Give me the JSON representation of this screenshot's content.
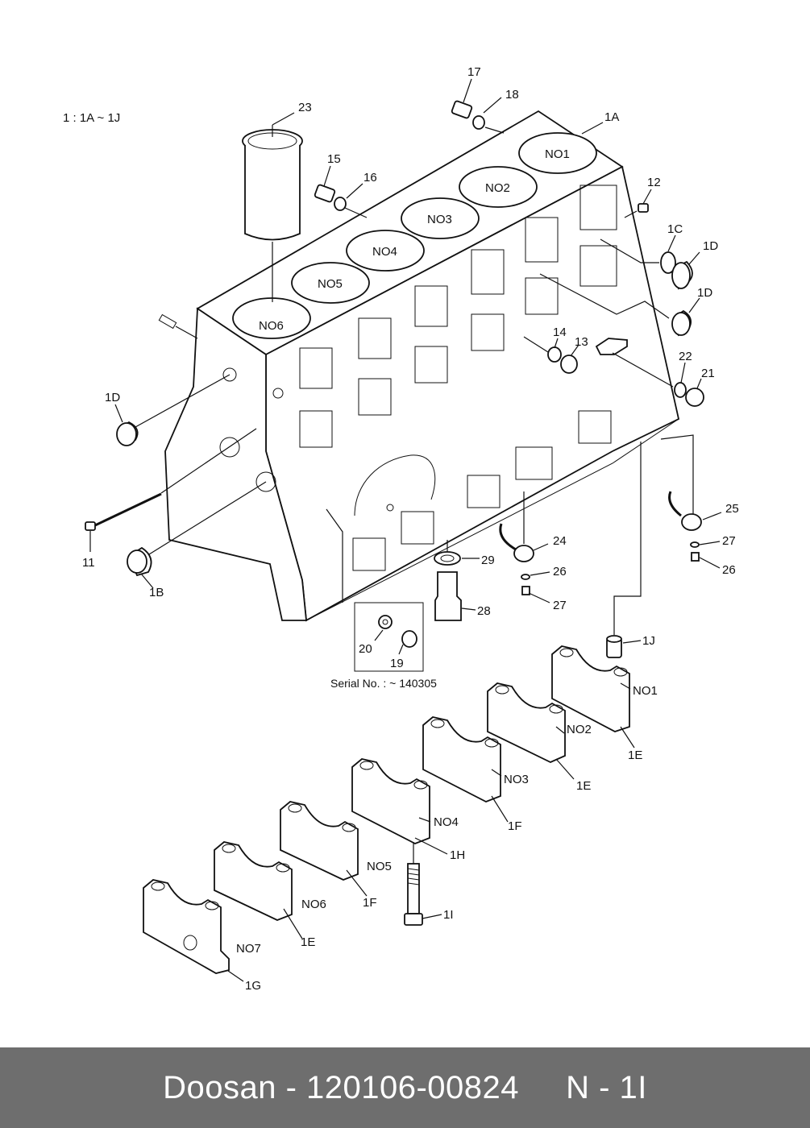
{
  "header": {
    "note": "1 : 1A ~ 1J"
  },
  "serial_note": "Serial No. : ~ 140305",
  "cylinders": [
    "NO1",
    "NO2",
    "NO3",
    "NO4",
    "NO5",
    "NO6"
  ],
  "callouts": {
    "c23": "23",
    "c17": "17",
    "c18": "18",
    "c1A": "1A",
    "c15": "15",
    "c16": "16",
    "c12": "12",
    "c1C": "1C",
    "c1D_a": "1D",
    "c1D_b": "1D",
    "c1D_c": "1D",
    "c14": "14",
    "c13": "13",
    "c22": "22",
    "c21": "21",
    "c11": "11",
    "c1B": "1B",
    "c25": "25",
    "c24": "24",
    "c27_a": "27",
    "c26_a": "26",
    "c26_b": "26",
    "c27_b": "27",
    "c29": "29",
    "c28": "28",
    "c20": "20",
    "c19": "19",
    "c1J": "1J"
  },
  "bearing_caps": [
    {
      "no": "NO1",
      "part": "1E"
    },
    {
      "no": "NO2",
      "part": "1E"
    },
    {
      "no": "NO3",
      "part": "1F"
    },
    {
      "no": "NO4",
      "part": "1H"
    },
    {
      "no": "NO5",
      "part": "1F"
    },
    {
      "no": "NO6",
      "part": "1E"
    },
    {
      "no": "NO7",
      "part": "1G"
    }
  ],
  "bolt_label": "1I",
  "footer": {
    "text": "Doosan - 120106-00824     N - 1I"
  }
}
